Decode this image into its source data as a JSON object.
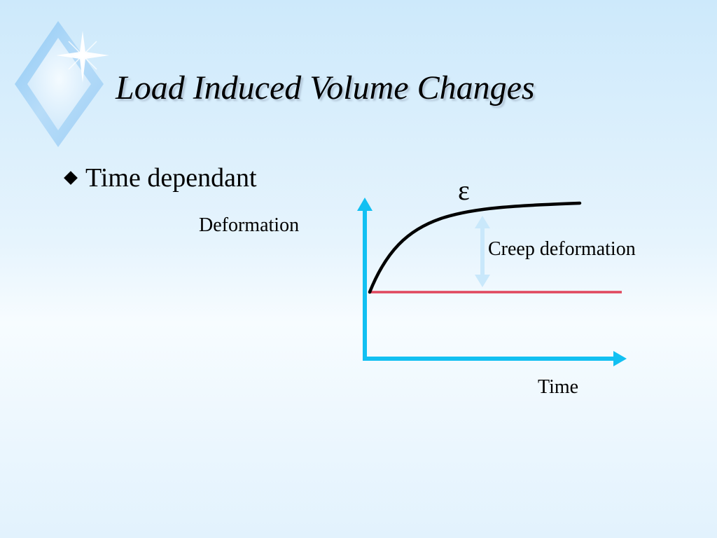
{
  "slide": {
    "title": "Load Induced Volume Changes",
    "bullets": [
      {
        "text": "Time dependant"
      }
    ]
  },
  "diagram": {
    "y_axis_label": "Deformation",
    "x_axis_label": "Time",
    "curve_label": "ε",
    "annotation": "Creep deformation",
    "colors": {
      "axis": "#12c0f2",
      "curve": "#000000",
      "baseline": "#e0475d",
      "annotation_arrow": "#c9e8fb"
    }
  }
}
